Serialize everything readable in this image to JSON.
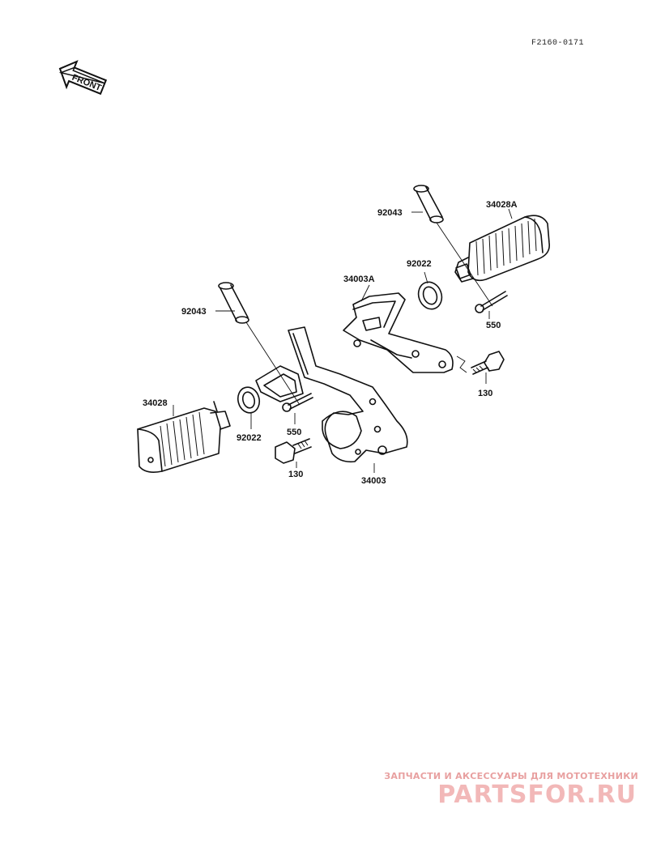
{
  "diagram_code": "F2160-0171",
  "front_label": "FRONT",
  "labels": {
    "p92043_right": "92043",
    "p34028A": "34028A",
    "p92022_right": "92022",
    "p34003A": "34003A",
    "p550_right": "550",
    "p130_right": "130",
    "p92043_left": "92043",
    "p34028": "34028",
    "p92022_left": "92022",
    "p550_left": "550",
    "p130_left": "130",
    "p34003": "34003"
  },
  "watermark": {
    "tagline": "ЗАПЧАСТИ И АКСЕССУАРЫ ДЛЯ МОТОТЕХНИКИ",
    "brand": "PARTSFOR.RU"
  }
}
